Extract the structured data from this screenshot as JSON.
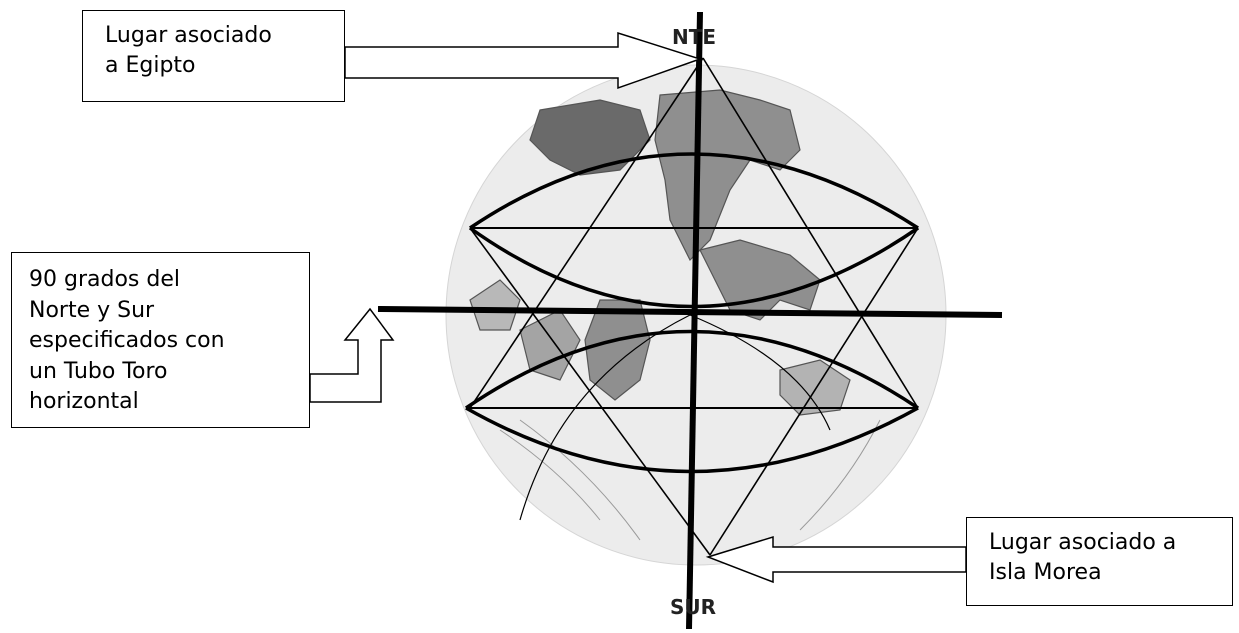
{
  "callouts": {
    "egypt": {
      "lines": [
        "Lugar asociado",
        "a Egipto"
      ]
    },
    "ninety": {
      "lines": [
        "90 grados del",
        "Norte y Sur",
        "especificados con",
        "un Tubo Toro",
        "horizontal"
      ]
    },
    "morea": {
      "lines": [
        "Lugar asociado a",
        "Isla Morea"
      ]
    }
  },
  "pole_labels": {
    "north": "NTE",
    "south": "SUR"
  },
  "colors": {
    "ink": "#000000",
    "globe_fill": "#ececec",
    "land": "#8f8f8f",
    "land_dark": "#5a5a5a"
  }
}
